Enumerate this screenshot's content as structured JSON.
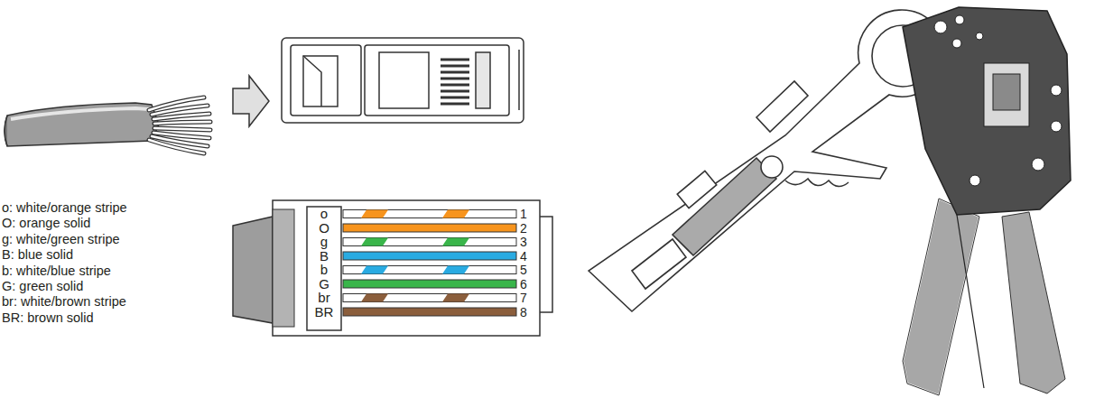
{
  "diagram": {
    "labels": [
      "o: white/orange stripe",
      "O: orange solid",
      "g: white/green stripe",
      "B: blue solid",
      "b: white/blue stripe",
      "G: green solid",
      "br: white/brown stripe",
      "BR: brown solid",
      "o",
      "O",
      "g",
      "B",
      "b",
      "G",
      "br",
      "BR",
      "1",
      "2",
      "3",
      "4",
      "5",
      "6",
      "7",
      "8"
    ]
  }
}
